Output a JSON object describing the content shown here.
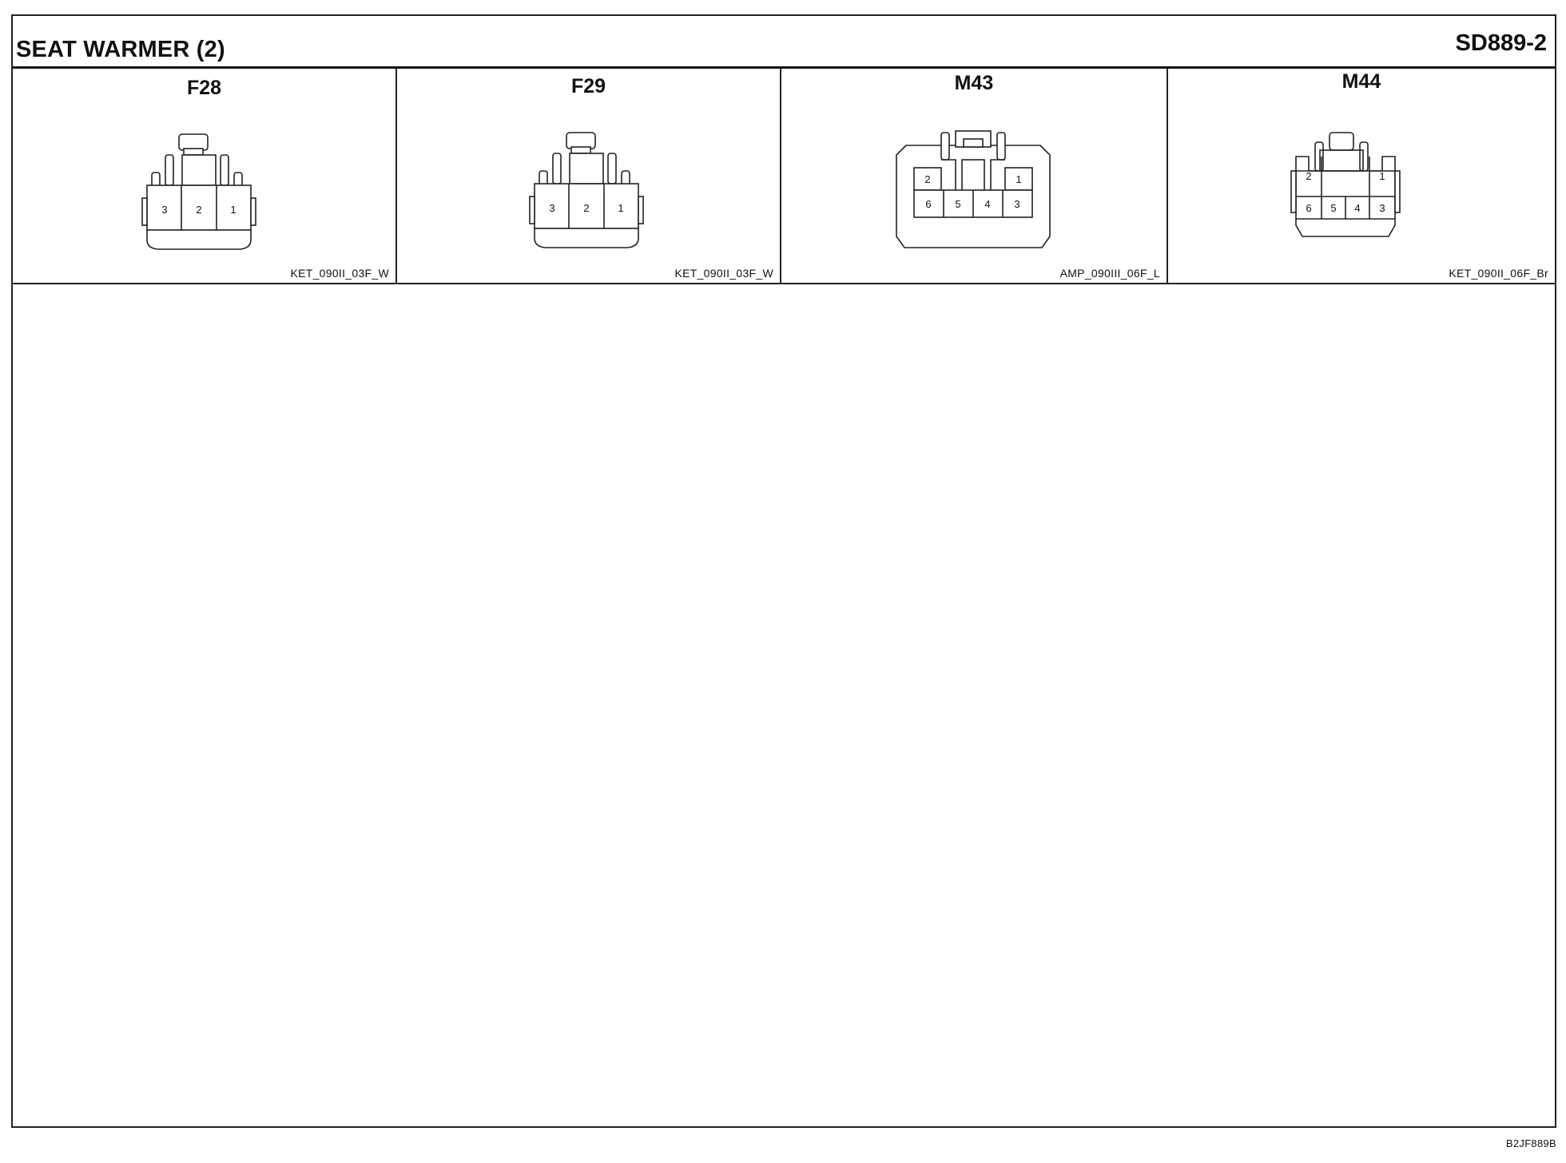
{
  "header": {
    "title": "SEAT WARMER (2)",
    "code": "SD889-2"
  },
  "connectors": [
    {
      "id": "F28",
      "type": "KET_090II_03F_W",
      "pins": [
        "3",
        "2",
        "1"
      ]
    },
    {
      "id": "F29",
      "type": "KET_090II_03F_W",
      "pins": [
        "3",
        "2",
        "1"
      ]
    },
    {
      "id": "M43",
      "type": "AMP_090III_06F_L",
      "pins_top": [
        "2",
        "1"
      ],
      "pins_bottom": [
        "6",
        "5",
        "4",
        "3"
      ]
    },
    {
      "id": "M44",
      "type": "KET_090II_06F_Br",
      "pins_top": [
        "2",
        "1"
      ],
      "pins_bottom": [
        "6",
        "5",
        "4",
        "3"
      ]
    }
  ],
  "footer": {
    "figure_code": "B2JF889B"
  }
}
